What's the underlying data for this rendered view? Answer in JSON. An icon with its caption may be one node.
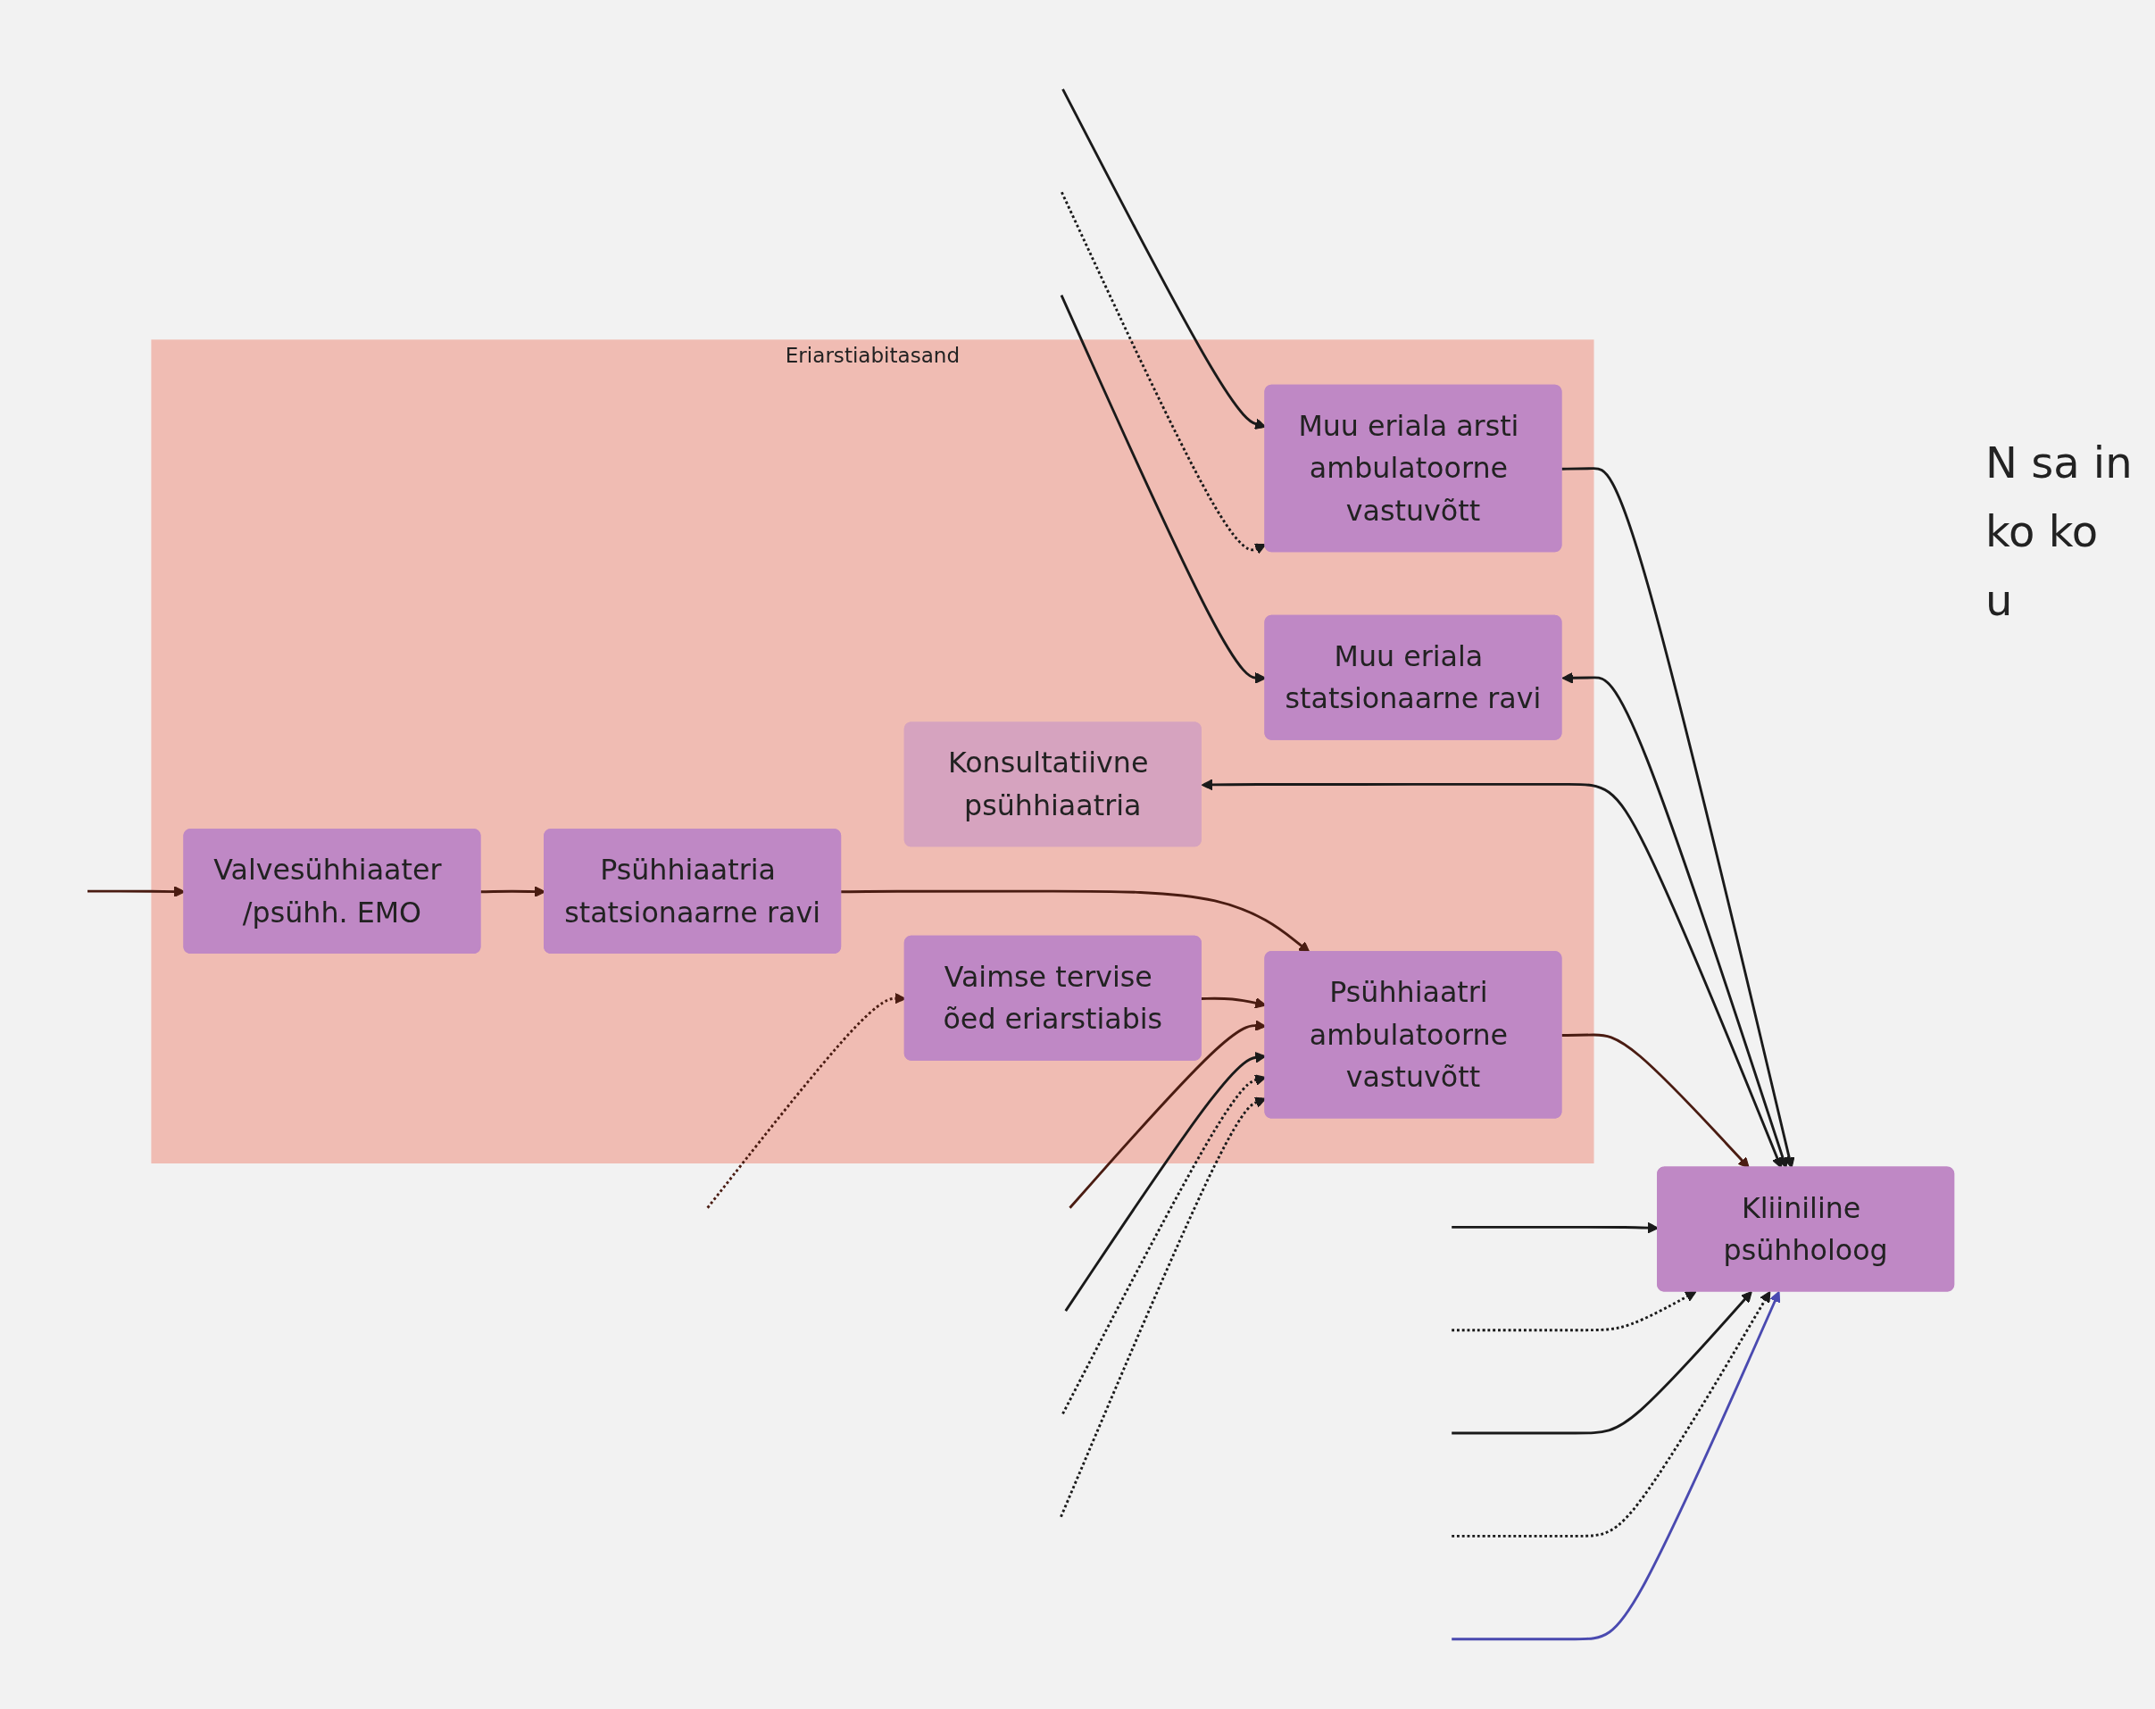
{
  "diagram": {
    "nodes": [
      {
        "text": [
          "Eriarstiabitasand"
        ]
      },
      {
        "text": [
          "Muu eriala arsti ambulatoorne vastuvõtt"
        ],
        "in": 0
      },
      {
        "text": [
          "Muu eriala statsionaarne ravi"
        ],
        "in": 0
      },
      {
        "text": [
          "Konsultatiivne psühhiaatria"
        ],
        "in": 0
      },
      {
        "text": [
          "Valvesühhiaater /psühh. EMO"
        ],
        "in": 0
      },
      {
        "text": [
          "Psühhiaatria statsionaarne ravi"
        ],
        "in": 0
      },
      {
        "text": [
          "Vaimse tervise õed eriarstiabis"
        ],
        "in": 0
      },
      {
        "text": [
          "Psühhiaatri ambulatoorne vastuvõtt"
        ],
        "in": 0
      },
      {
        "text": [
          "Kliiniline psühholoog"
        ]
      }
    ],
    "edges": [
      {
        "from": null,
        "to": 1,
        "arrow": "to"
      },
      {
        "from": null,
        "to": 1,
        "arrow": "to",
        "style": "dashed"
      },
      {
        "from": null,
        "to": 2,
        "arrow": "to"
      },
      {
        "from": null,
        "to": 4,
        "arrow": "to",
        "color": "#4a1c12"
      },
      {
        "from": 4,
        "to": 5,
        "arrow": "to",
        "color": "#4a1c12"
      },
      {
        "from": 1,
        "to": 8,
        "arrow": "to"
      },
      {
        "from": 2,
        "to": 8,
        "arrow": "both"
      },
      {
        "from": 3,
        "to": 8,
        "arrow": "both"
      },
      {
        "from": 5,
        "to": 7,
        "arrow": "to",
        "color": "#4a1c12"
      },
      {
        "from": null,
        "to": 6,
        "arrow": "to",
        "style": "dashed",
        "color": "#4a1c12"
      },
      {
        "from": 6,
        "to": 7,
        "arrow": "to",
        "color": "#4a1c12"
      },
      {
        "from": null,
        "to": 7,
        "arrow": "to",
        "color": "#4a1c12"
      },
      {
        "from": null,
        "to": 7,
        "arrow": "to"
      },
      {
        "from": null,
        "to": 7,
        "arrow": "to",
        "style": "dashed"
      },
      {
        "from": null,
        "to": 7,
        "arrow": "to",
        "style": "dashed"
      },
      {
        "from": 7,
        "to": 8,
        "arrow": "to",
        "color": "#4a1c12"
      },
      {
        "from": null,
        "to": 8,
        "arrow": "to"
      },
      {
        "from": null,
        "to": 8,
        "arrow": "to",
        "style": "dashed"
      },
      {
        "from": null,
        "to": 8,
        "arrow": "to"
      },
      {
        "from": null,
        "to": 8,
        "arrow": "to",
        "style": "dashed"
      },
      {
        "from": null,
        "to": 8,
        "arrow": "to",
        "color": "#4a4ab0"
      }
    ],
    "labels": [
      "N sa in ko ko u"
    ]
  }
}
